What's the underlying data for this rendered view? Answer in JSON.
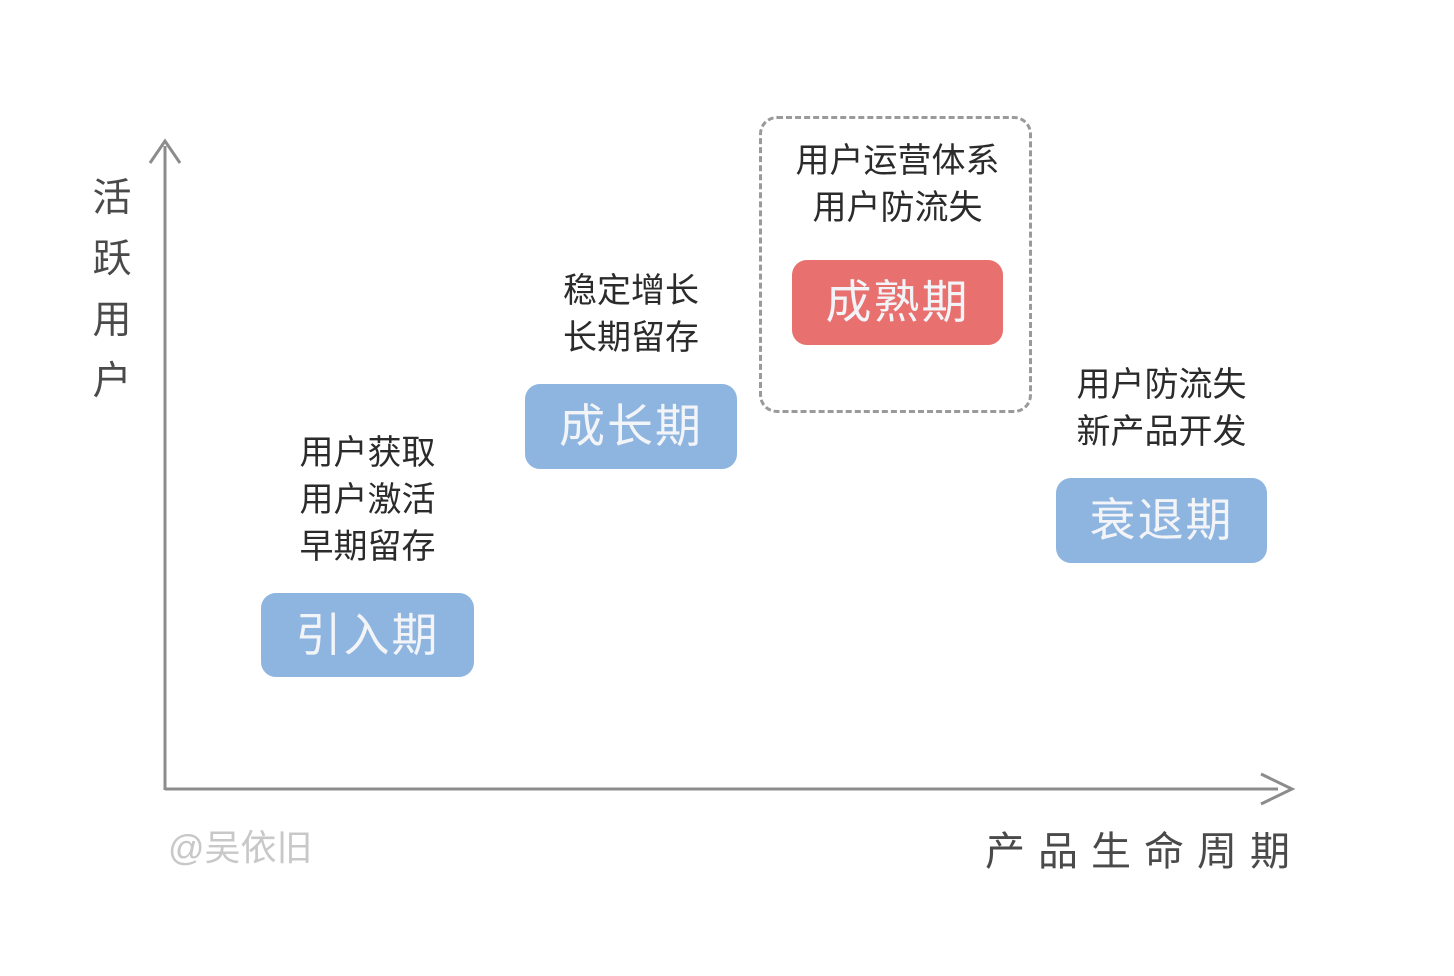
{
  "colors": {
    "background": "#ffffff",
    "axis": "#8c8c8c",
    "text": "#2b2b2b",
    "axis_title": "#4a4a4a",
    "pill_blue": "#8eb4e0",
    "pill_red": "#e8706e",
    "pill_text": "#f2f4f7",
    "highlight_border": "#9a9a9a",
    "watermark": "#c8c8c8"
  },
  "axes": {
    "y_label": "活跃用户",
    "y_label_chars": [
      "活",
      "跃",
      "用",
      "户"
    ],
    "x_label": "产品生命周期"
  },
  "watermark": "@吴依旧",
  "chart_data": {
    "type": "line",
    "title": "产品生命周期",
    "xlabel": "产品生命周期",
    "ylabel": "活跃用户",
    "grid": false,
    "legend": "none",
    "categories": [
      "引入期",
      "成长期",
      "成熟期",
      "衰退期"
    ],
    "values": [
      1,
      2,
      3,
      2
    ],
    "annotations": [
      {
        "stage": "引入期",
        "notes": [
          "用户获取",
          "用户激活",
          "早期留存"
        ]
      },
      {
        "stage": "成长期",
        "notes": [
          "稳定增长",
          "长期留存"
        ]
      },
      {
        "stage": "成熟期",
        "notes": [
          "用户运营体系",
          "用户防流失"
        ]
      },
      {
        "stage": "衰退期",
        "notes": [
          "用户防流失",
          "新产品开发"
        ]
      }
    ]
  },
  "stages": [
    {
      "id": "stage-1",
      "label": "引入期",
      "color": "#8eb4e0",
      "highlighted": false,
      "notes": [
        "用户获取",
        "用户激活",
        "早期留存"
      ]
    },
    {
      "id": "stage-2",
      "label": "成长期",
      "color": "#8eb4e0",
      "highlighted": false,
      "notes": [
        "稳定增长",
        "长期留存"
      ]
    },
    {
      "id": "stage-3",
      "label": "成熟期",
      "color": "#e8706e",
      "highlighted": true,
      "notes": [
        "用户运营体系",
        "用户防流失"
      ]
    },
    {
      "id": "stage-4",
      "label": "衰退期",
      "color": "#8eb4e0",
      "highlighted": false,
      "notes": [
        "用户防流失",
        "新产品开发"
      ]
    }
  ]
}
